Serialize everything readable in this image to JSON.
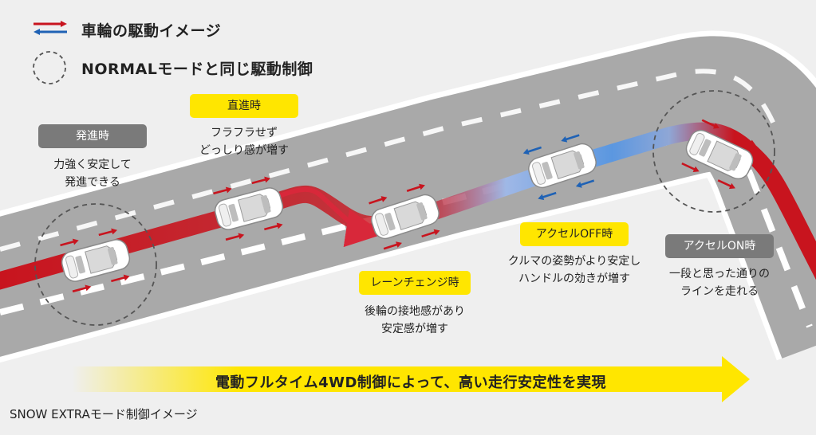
{
  "legend": {
    "drive_image_label": "車輪の駆動イメージ",
    "normal_mode_label": "NORMALモードと同じ駆動制御"
  },
  "phases": [
    {
      "id": "start",
      "title": "発進時",
      "desc": [
        "力強く安定して",
        "発進できる"
      ],
      "style": "gray"
    },
    {
      "id": "straight",
      "title": "直進時",
      "desc": [
        "フラフラせず",
        "どっしり感が増す"
      ],
      "style": "yellow"
    },
    {
      "id": "lane_change",
      "title": "レーンチェンジ時",
      "desc": [
        "後輪の接地感があり",
        "安定感が増す"
      ],
      "style": "yellow"
    },
    {
      "id": "accel_off",
      "title": "アクセルOFF時",
      "desc": [
        "クルマの姿勢がより安定し",
        "ハンドルの効きが増す"
      ],
      "style": "yellow"
    },
    {
      "id": "accel_on",
      "title": "アクセルON時",
      "desc": [
        "一段と思った通りの",
        "ラインを走れる"
      ],
      "style": "gray"
    }
  ],
  "banner": "電動フルタイム4WD制御によって、高い走行安定性を実現",
  "caption": "SNOW EXTRAモード制御イメージ",
  "colors": {
    "red": "#c8141e",
    "blue": "#1f62b5",
    "road": "#a9a9a9",
    "yellow": "#ffe600",
    "gray_tag": "#7a7a7a"
  },
  "icons": [
    "drive-arrows-icon",
    "dashed-circle-icon",
    "car-icon",
    "arrow-right-icon",
    "arrow-left-icon",
    "yellow-arrow-icon"
  ]
}
